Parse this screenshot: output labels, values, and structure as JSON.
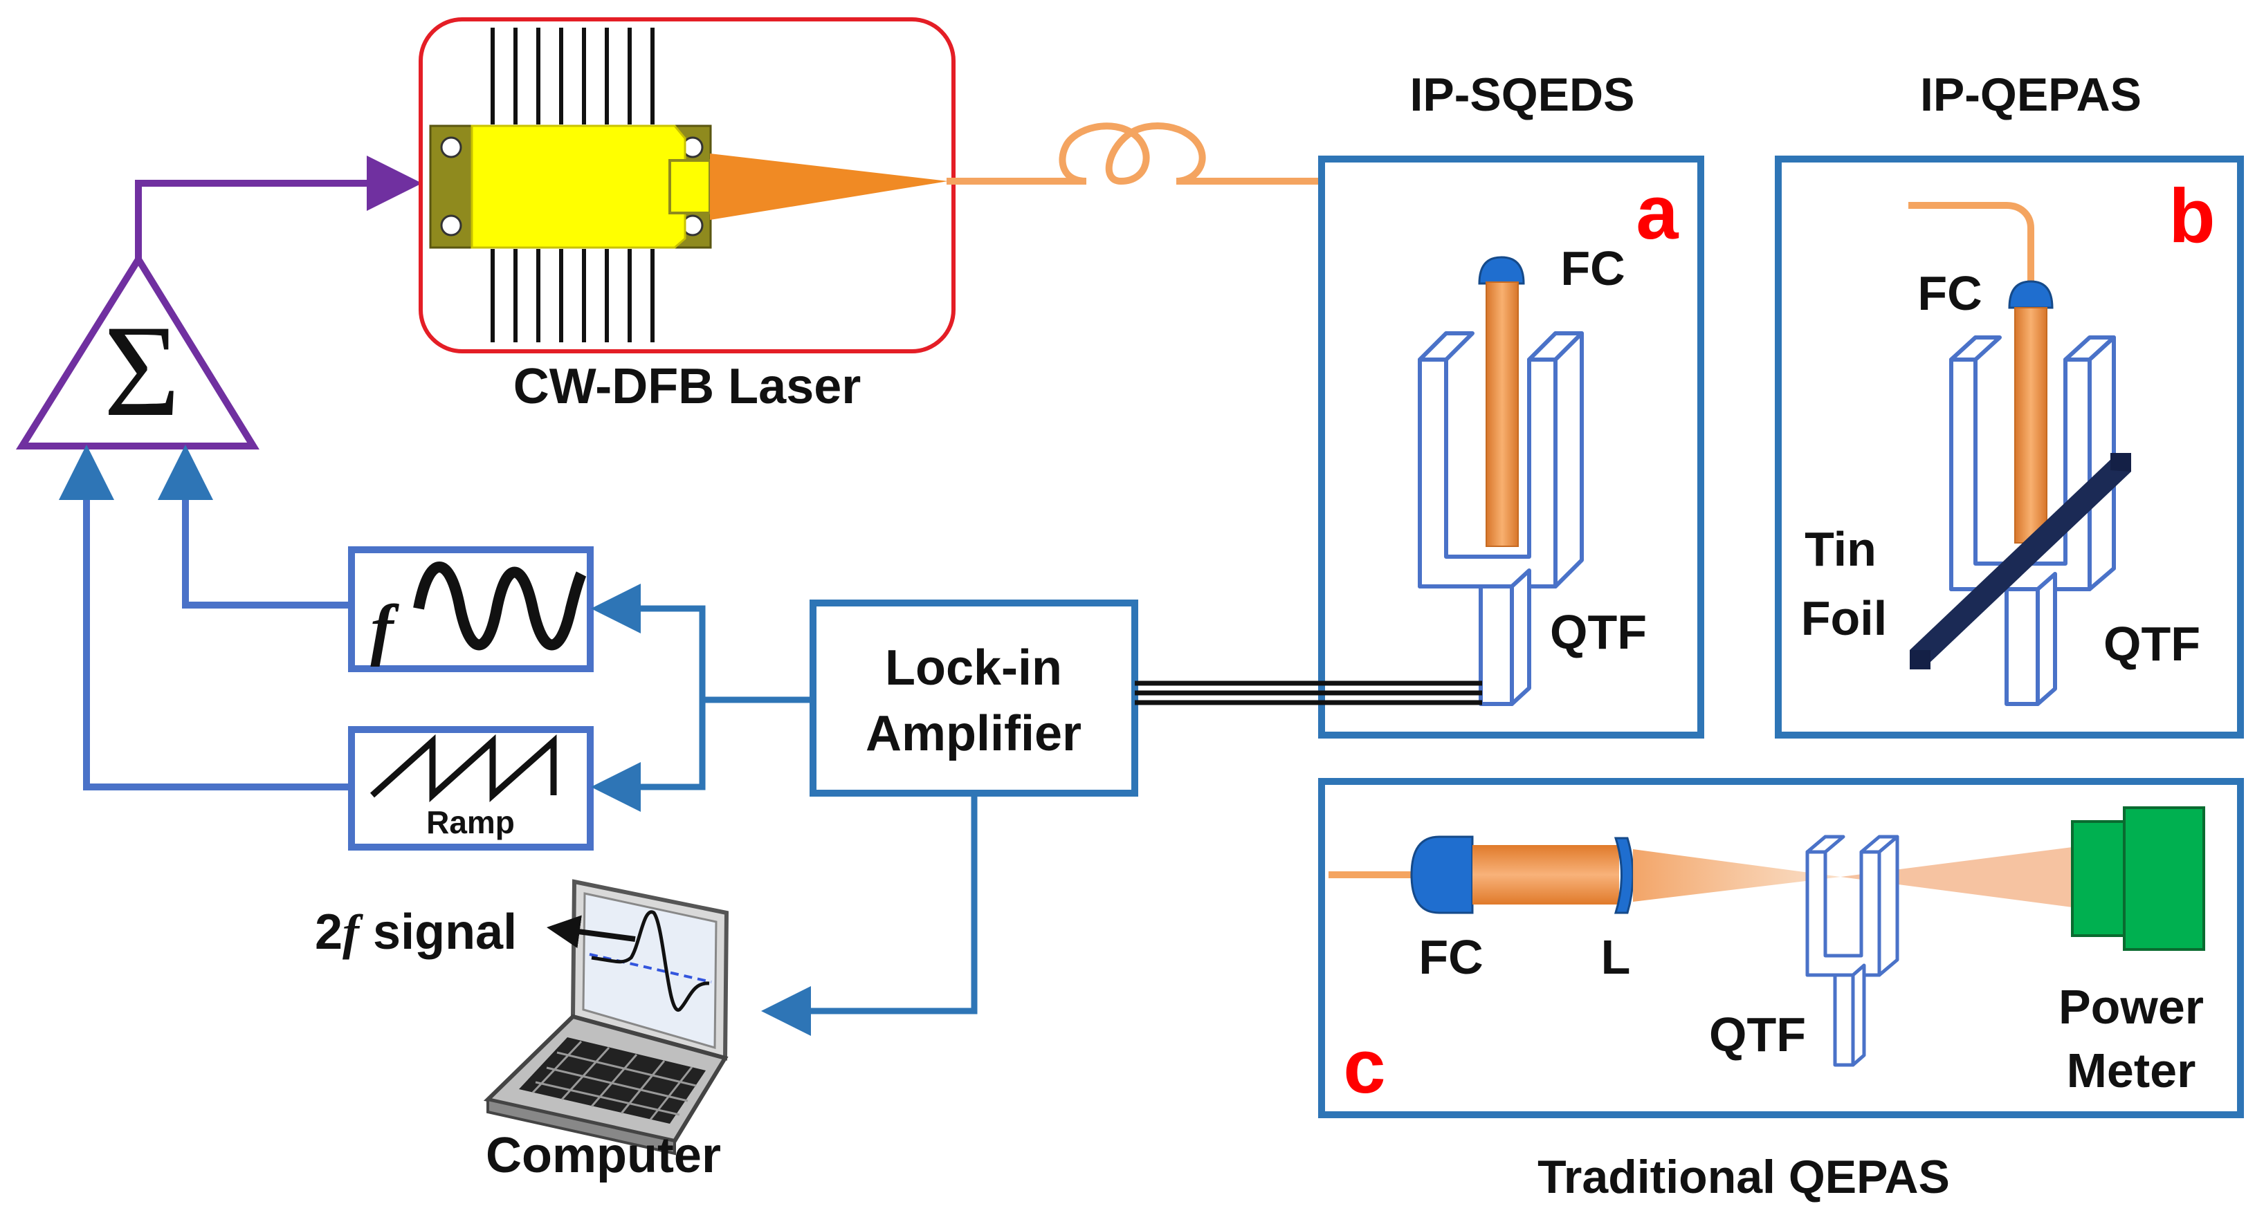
{
  "colors": {
    "blue": "#2e75b6",
    "purple": "#7030a0",
    "laser_box": "#e41e26",
    "fiber": "#f4a460",
    "orange": "#f08a24",
    "yellow": "#ffff00",
    "olive": "#8f8a1e",
    "red_letter": "#ff0000",
    "qtf_line": "#4a72c8",
    "green": "#00b050"
  },
  "labels": {
    "sum_symbol": "Σ",
    "laser": "CW-DFB  Laser",
    "lockin_line1": "Lock-in",
    "lockin_line2": "Amplifier",
    "sine_f": "f",
    "ramp": "Ramp",
    "signal_2": "2",
    "signal_f": "f",
    "signal_text": " signal",
    "computer": "Computer",
    "title_a": "IP-SQEDS",
    "title_b": "IP-QEPAS",
    "title_c": "Traditional QEPAS",
    "letter_a": "a",
    "letter_b": "b",
    "letter_c": "c",
    "fc_a": "FC",
    "qtf_a": "QTF",
    "fc_b": "FC",
    "qtf_b": "QTF",
    "tin": "Tin",
    "foil": "Foil",
    "fc_c": "FC",
    "lens_c": "L",
    "qtf_c": "QTF",
    "power": "Power",
    "meter": "Meter"
  },
  "icons": [
    "sum-icon",
    "laser-diode-icon",
    "fiber-coil-icon",
    "sine-wave-icon",
    "ramp-wave-icon",
    "laptop-icon",
    "fiber-collimator-icon",
    "tuning-fork-icon",
    "tin-foil-icon",
    "lens-icon",
    "power-meter-icon"
  ]
}
